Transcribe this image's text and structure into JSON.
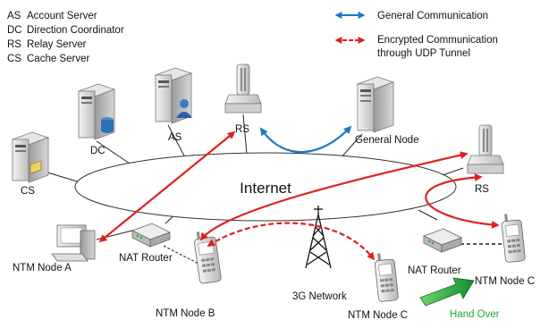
{
  "abbreviations": [
    {
      "abbr": "AS",
      "text": "Account Server"
    },
    {
      "abbr": "DC",
      "text": "Direction Coordinator"
    },
    {
      "abbr": "RS",
      "text": "Relay Server"
    },
    {
      "abbr": "CS",
      "text": "Cache Server"
    }
  ],
  "legend": {
    "general": "General Communication",
    "encrypted_line1": "Encrypted Communication",
    "encrypted_line2": "through UDP Tunnel",
    "colors": {
      "general": "#1f77c8",
      "encrypted": "#e02020"
    }
  },
  "cloud_label": "Internet",
  "nodes": {
    "cs": "CS",
    "dc": "DC",
    "as": "AS",
    "rs_top": "RS",
    "general_node": "General Node",
    "rs_right": "RS",
    "nat_router_left": "NAT Router",
    "nat_router_right": "NAT Router",
    "ntm_a": "NTM Node A",
    "ntm_b": "NTM Node B",
    "network_3g": "3G Network",
    "ntm_c_mid": "NTM Node C",
    "ntm_c_right": "NTM Node C"
  },
  "handover": "Hand Over"
}
